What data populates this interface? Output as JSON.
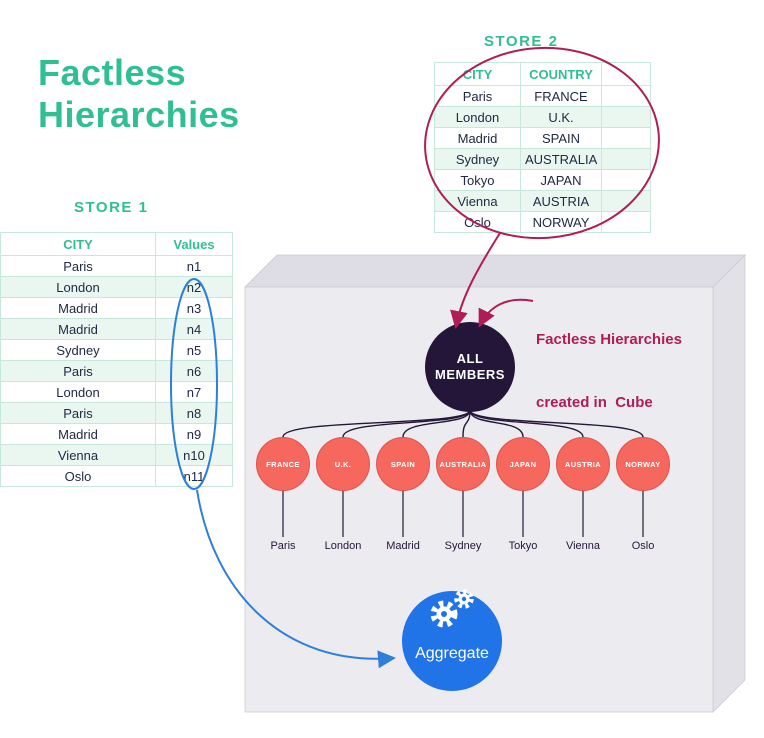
{
  "title": {
    "line1": "Factless",
    "line2": "Hierarchies"
  },
  "store1": {
    "label": "STORE 1",
    "columns": [
      "CITY",
      "Values"
    ],
    "rows": [
      {
        "city": "Paris",
        "value": "n1"
      },
      {
        "city": "London",
        "value": "n2"
      },
      {
        "city": "Madrid",
        "value": "n3"
      },
      {
        "city": "Madrid",
        "value": "n4"
      },
      {
        "city": "Sydney",
        "value": "n5"
      },
      {
        "city": "Paris",
        "value": "n6"
      },
      {
        "city": "London",
        "value": "n7"
      },
      {
        "city": "Paris",
        "value": "n8"
      },
      {
        "city": "Madrid",
        "value": "n9"
      },
      {
        "city": "Vienna",
        "value": "n10"
      },
      {
        "city": "Oslo",
        "value": "n11"
      }
    ]
  },
  "store2": {
    "label": "STORE 2",
    "columns": [
      "CITY",
      "COUNTRY"
    ],
    "rows": [
      {
        "city": "Paris",
        "country": "FRANCE"
      },
      {
        "city": "London",
        "country": "U.K."
      },
      {
        "city": "Madrid",
        "country": "SPAIN"
      },
      {
        "city": "Sydney",
        "country": "AUSTRALIA"
      },
      {
        "city": "Tokyo",
        "country": "JAPAN"
      },
      {
        "city": "Vienna",
        "country": "AUSTRIA"
      },
      {
        "city": "Oslo",
        "country": "NORWAY"
      }
    ]
  },
  "cube": {
    "root": {
      "line1": "ALL",
      "line2": "MEMBERS"
    },
    "countries": [
      "FRANCE",
      "U.K.",
      "SPAIN",
      "AUSTRALIA",
      "JAPAN",
      "AUSTRIA",
      "NORWAY"
    ],
    "cities": [
      "Paris",
      "London",
      "Madrid",
      "Sydney",
      "Tokyo",
      "Vienna",
      "Oslo"
    ],
    "aggregate_label": "Aggregate"
  },
  "annotation": {
    "line1": "Factless Hierarchies",
    "line2": "created in  Cube"
  },
  "colors": {
    "teal": "#30BF92",
    "crimson": "#B01D56",
    "node_red": "#F6675E",
    "node_dark": "#241638",
    "blue": "#2173E8",
    "cube_face": "#ECEBF0"
  }
}
